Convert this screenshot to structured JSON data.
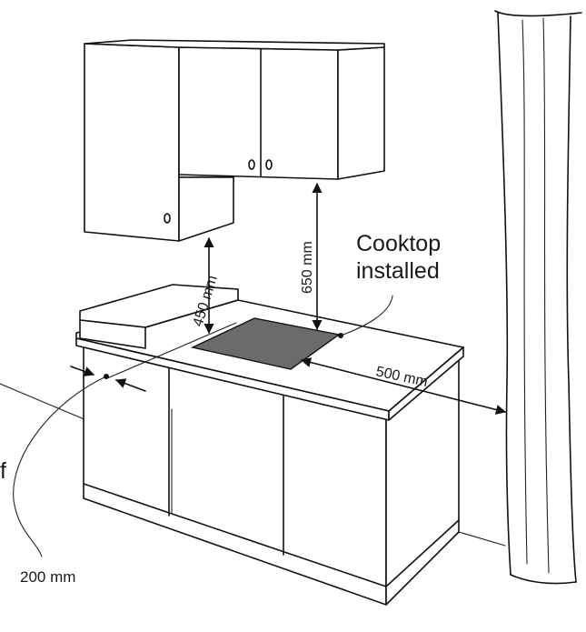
{
  "labels": {
    "cooktop_line1": "Cooktop",
    "cooktop_line2": "installed",
    "dim_500": "500 mm",
    "dim_650": "650 mm",
    "dim_450": "450 mm",
    "dim_200": "200 mm",
    "edge_letter": "f"
  },
  "colors": {
    "line": "#111111",
    "cooktop": "#6b6b6b",
    "background": "#ffffff"
  }
}
